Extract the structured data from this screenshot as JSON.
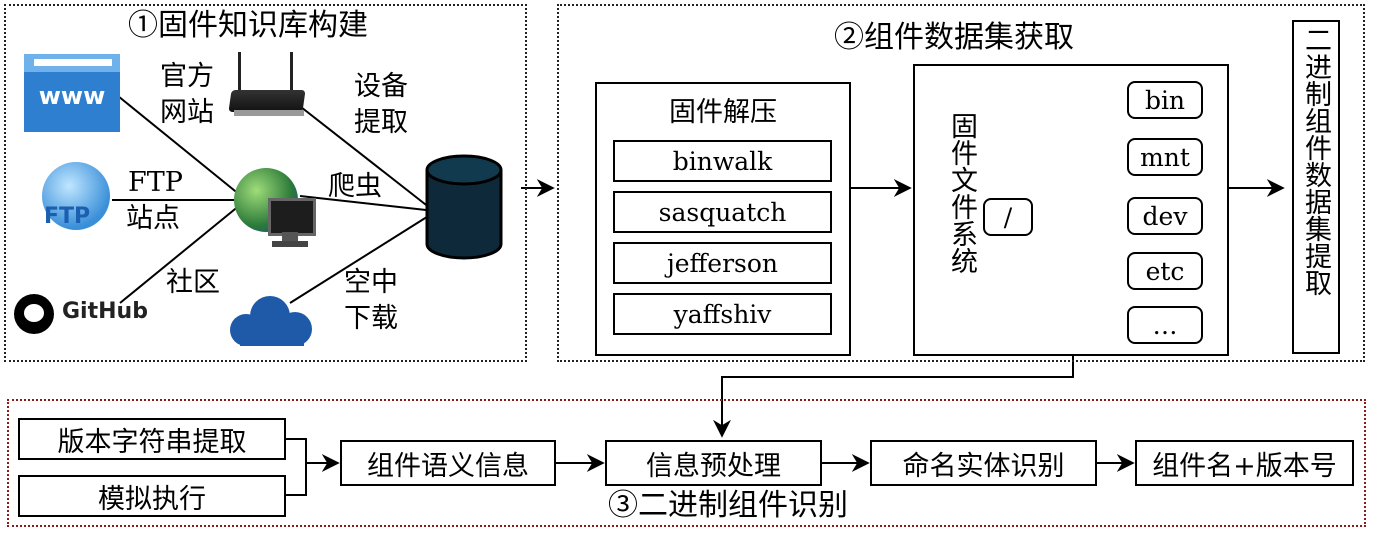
{
  "section1": {
    "title": "①固件知识库构建",
    "sources": {
      "official_site": "官方网站",
      "official_site_l1": "官方",
      "official_site_l2": "网站",
      "device": "设备提取",
      "device_l1": "设备",
      "device_l2": "提取",
      "ftp": "FTP站点",
      "ftp_l1": "FTP",
      "ftp_l2": "站点",
      "crawler": "爬虫",
      "community": "社区",
      "ota": "空中下载",
      "ota_l1": "空中",
      "ota_l2": "下载"
    },
    "icons": {
      "www_text": "www",
      "ftp_text": "FTP",
      "github_text": "GitHub"
    }
  },
  "section2": {
    "title": "②组件数据集获取",
    "unpack": {
      "title": "固件解压",
      "tools": [
        "binwalk",
        "sasquatch",
        "jefferson",
        "yaffshiv"
      ]
    },
    "filesystem": {
      "title": "固件文件系统",
      "root": "/",
      "dirs": [
        "bin",
        "mnt",
        "dev",
        "etc",
        "…"
      ]
    },
    "extract": "二进制组件数据集提取"
  },
  "section3": {
    "title": "③二进制组件识别",
    "inputs": [
      "版本字符串提取",
      "模拟执行"
    ],
    "steps": [
      "组件语义信息",
      "信息预处理",
      "命名实体识别",
      "组件名+版本号"
    ]
  }
}
